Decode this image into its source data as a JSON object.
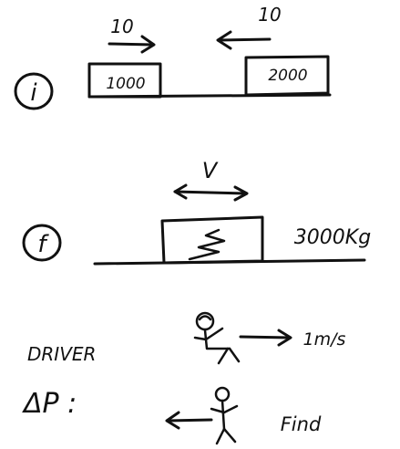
{
  "initial": {
    "label": "i",
    "left_block": {
      "mass": "1000",
      "speed": "10"
    },
    "right_block": {
      "mass": "2000",
      "speed": "10"
    }
  },
  "final": {
    "label": "f",
    "velocity": "V",
    "mass": "3000Kg"
  },
  "driver": {
    "label": "DRIVER",
    "speed": "1m/s",
    "impulse_label": "ΔP :",
    "unknown": "Find"
  },
  "colors": {
    "ink": "#111111",
    "paper": "#ffffff"
  }
}
